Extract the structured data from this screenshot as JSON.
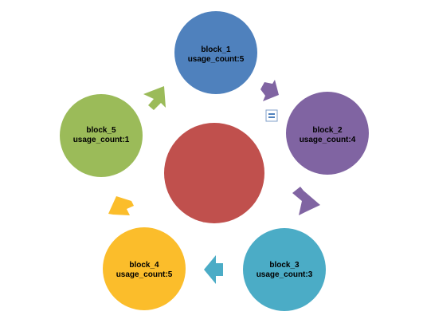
{
  "diagram": {
    "type": "cycle",
    "colors": {
      "center": "#c0504d",
      "block_1": "#4f81bd",
      "block_2": "#8064a2",
      "block_3": "#4bacc6",
      "block_4": "#fbbd2b",
      "block_5": "#9bbb59"
    },
    "center": {
      "text": ""
    },
    "nodes": [
      {
        "id": "block_1",
        "name": "block_1",
        "usage": "usage_count:5",
        "color": "#4f81bd"
      },
      {
        "id": "block_2",
        "name": "block_2",
        "usage": "usage_count:4",
        "color": "#8064a2"
      },
      {
        "id": "block_3",
        "name": "block_3",
        "usage": "usage_count:3",
        "color": "#4bacc6"
      },
      {
        "id": "block_4",
        "name": "block_4",
        "usage": "usage_count:5",
        "color": "#fbbd2b"
      },
      {
        "id": "block_5",
        "name": "block_5",
        "usage": "usage_count:1",
        "color": "#9bbb59"
      }
    ],
    "edges": [
      {
        "from": "block_1",
        "to": "block_2",
        "color": "#8064a2"
      },
      {
        "from": "block_2",
        "to": "block_3",
        "color": "#8064a2"
      },
      {
        "from": "block_3",
        "to": "block_4",
        "color": "#4bacc6"
      },
      {
        "from": "block_4",
        "to": "block_5",
        "color": "#fbbd2b"
      },
      {
        "from": "block_5",
        "to": "block_1",
        "color": "#9bbb59"
      }
    ],
    "layout_icon": "layout-options-icon"
  }
}
